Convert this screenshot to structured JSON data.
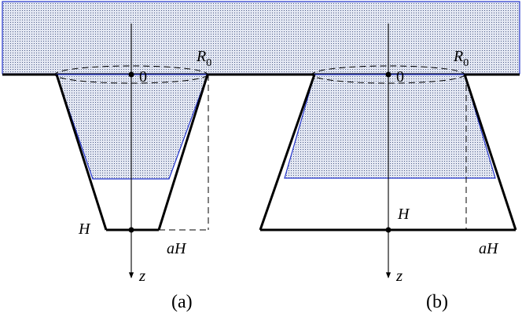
{
  "labels": {
    "a": {
      "origin": "0",
      "radius": "R",
      "radius_sub": "0",
      "depth": "H",
      "width": "aH",
      "axis": "z",
      "caption": "(a)"
    },
    "b": {
      "origin": "0",
      "radius": "R",
      "radius_sub": "0",
      "depth": "H",
      "width": "aH",
      "axis": "z",
      "caption": "(b)"
    }
  },
  "colors": {
    "fluid_fill": "#dfe3ef",
    "fluid_dots": "#4b5a86",
    "fluid_outline": "#2233cc",
    "wall": "#000000"
  }
}
